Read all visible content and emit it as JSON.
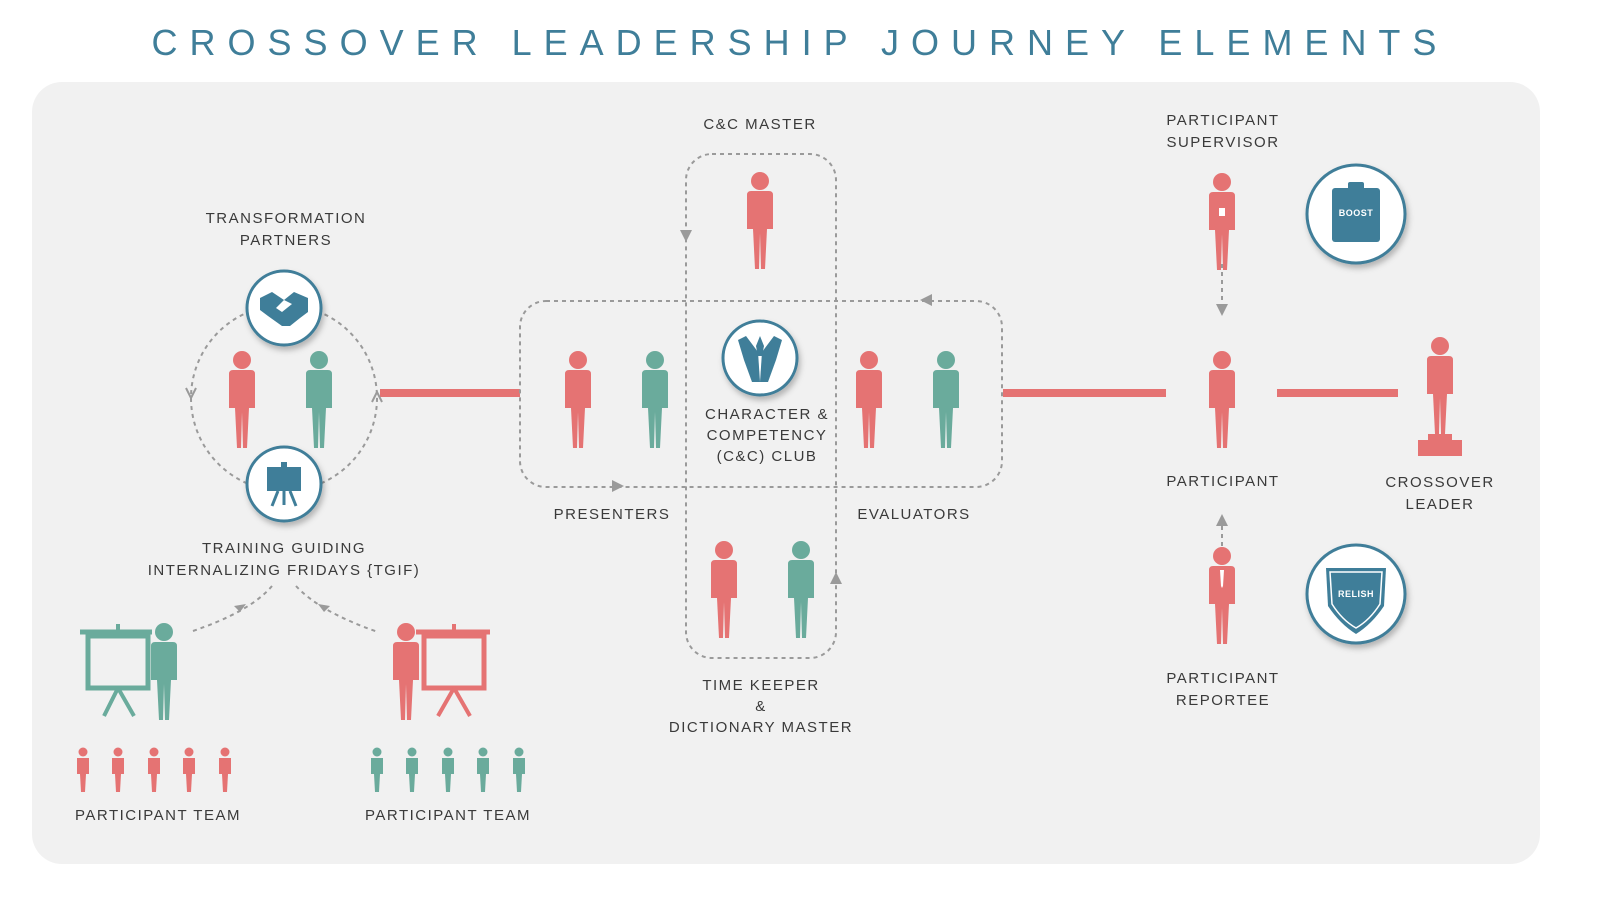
{
  "title": "CROSSOVER LEADERSHIP JOURNEY ELEMENTS",
  "colors": {
    "red": "#e57373",
    "teal": "#6aab9c",
    "blue": "#3f7e99",
    "panel": "#f1f1f1",
    "dashed": "#9a9a9a",
    "text": "#3a3a3a"
  },
  "labels": {
    "transformation_partners": [
      "TRANSFORMATION",
      "PARTNERS"
    ],
    "tgif": [
      "TRAINING GUIDING",
      "INTERNALIZING FRIDAYS {TGIF)"
    ],
    "team_left": "PARTICIPANT TEAM",
    "team_right": "PARTICIPANT TEAM",
    "cc_master": "C&C MASTER",
    "club": [
      "CHARACTER &",
      "COMPETENCY",
      "(C&C) CLUB"
    ],
    "presenters": "PRESENTERS",
    "evaluators": "EVALUATORS",
    "time_keeper": [
      "TIME KEEPER",
      "&",
      "DICTIONARY MASTER"
    ],
    "supervisor": [
      "PARTICIPANT",
      "SUPERVISOR"
    ],
    "participant": "PARTICIPANT",
    "reportee": [
      "PARTICIPANT",
      "REPORTEE"
    ],
    "crossover_leader": [
      "CROSSOVER",
      "LEADER"
    ]
  },
  "badges": {
    "boost": "BOOST",
    "relish": "RELISH"
  },
  "icons": [
    "handshake-icon",
    "easel-icon",
    "hands-together-icon",
    "clipboard-icon",
    "shield-icon",
    "person-icon",
    "podium-icon",
    "presentation-board-icon"
  ]
}
